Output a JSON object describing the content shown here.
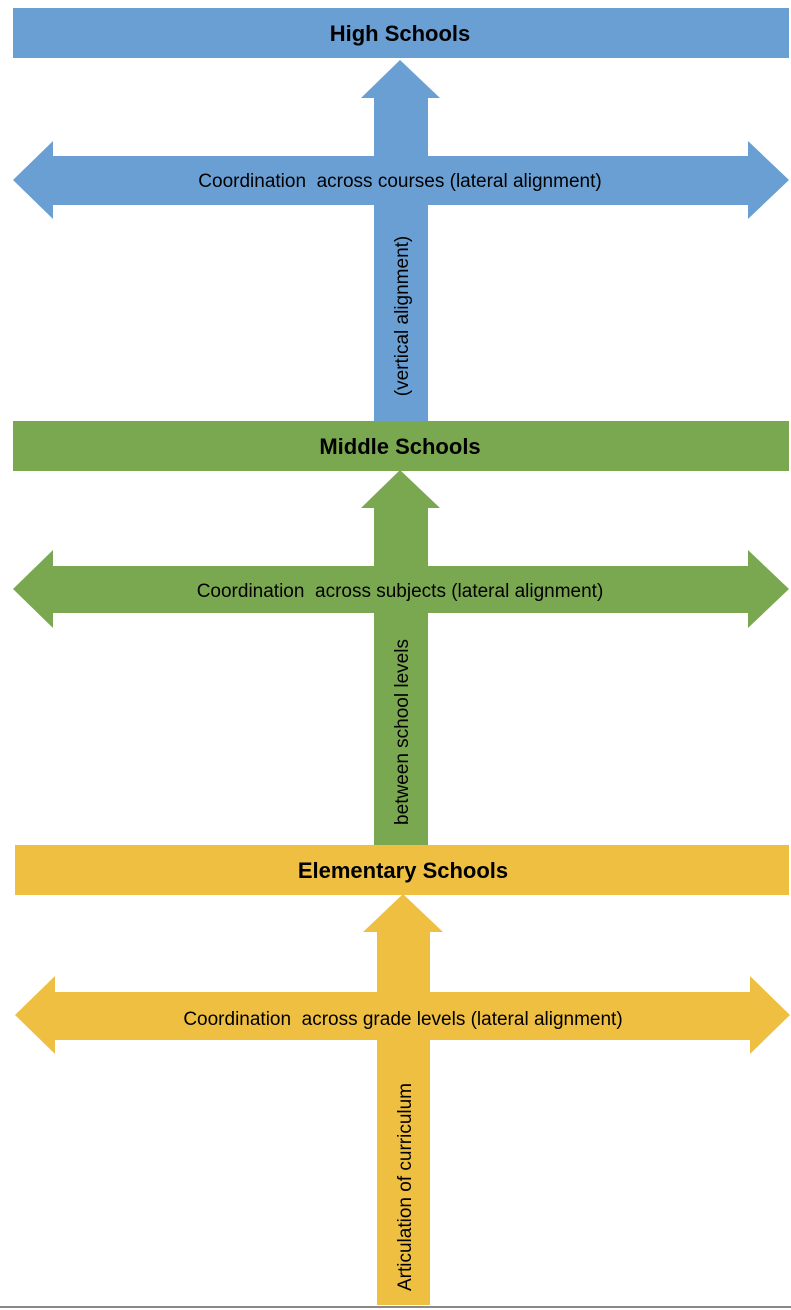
{
  "colors": {
    "high": "#6a9fd4",
    "middle": "#7aa851",
    "elementary": "#eebf40",
    "text": "#000000",
    "background": "#ffffff"
  },
  "levels": {
    "high": {
      "title": "High Schools",
      "lateral_label": "Coordination  across courses (lateral alignment)",
      "vertical_label": "(vertical alignment)"
    },
    "middle": {
      "title": "Middle Schools",
      "lateral_label": "Coordination  across subjects (lateral alignment)",
      "vertical_label": "between school levels"
    },
    "elementary": {
      "title": "Elementary Schools",
      "lateral_label": "Coordination  across grade levels (lateral alignment)",
      "vertical_label": "Articulation of curriculum"
    }
  }
}
